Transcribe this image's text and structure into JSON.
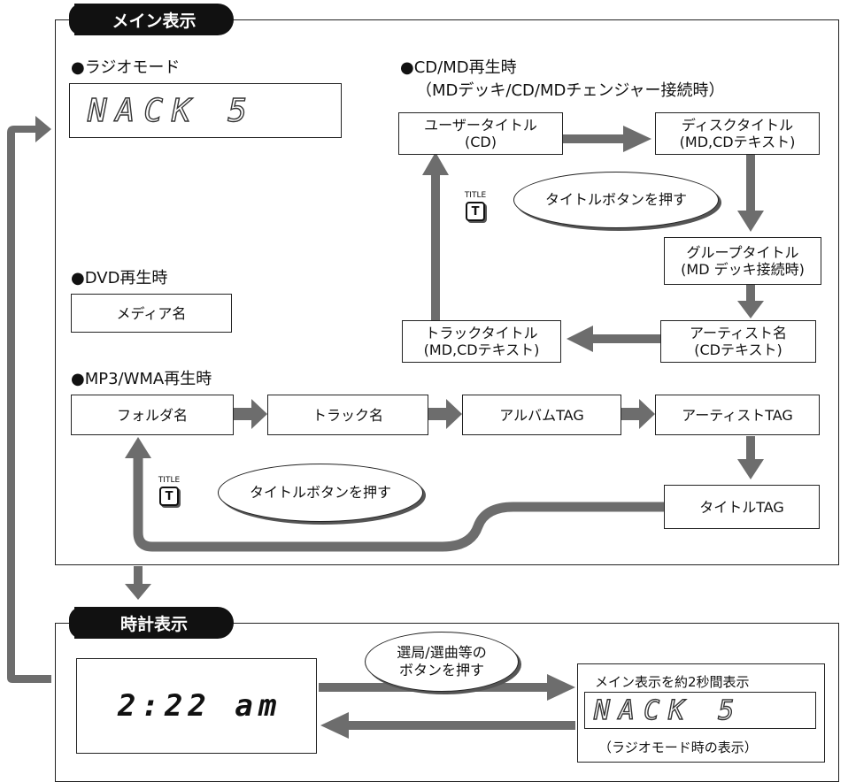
{
  "main": {
    "tab_label": "メイン表示",
    "radio": {
      "heading": "●ラジオモード",
      "display": "NACK 5"
    },
    "dvd": {
      "heading": "●DVD再生時",
      "box": "メディア名"
    },
    "cd_md": {
      "heading": "●CD/MD再生時",
      "subheading": "（MDデッキ/CD/MDチェンジャー接続時）",
      "user_title": {
        "line1": "ユーザータイトル",
        "line2": "(CD)"
      },
      "disc_title": {
        "line1": "ディスクタイトル",
        "line2": "(MD,CDテキスト)"
      },
      "group_title": {
        "line1": "グループタイトル",
        "line2": "(MD デッキ接続時)"
      },
      "artist_name": {
        "line1": "アーティスト名",
        "line2": "(CDテキスト)"
      },
      "track_title": {
        "line1": "トラックタイトル",
        "line2": "(MD,CDテキスト)"
      },
      "button_caption": "TITLE",
      "button_key": "T",
      "instruction": "タイトルボタンを押す"
    },
    "mp3": {
      "heading": "●MP3/WMA再生時",
      "folder": "フォルダ名",
      "track": "トラック名",
      "album": "アルバムTAG",
      "artist": "アーティストTAG",
      "title_tag": "タイトルTAG",
      "button_caption": "TITLE",
      "button_key": "T",
      "instruction": "タイトルボタンを押す"
    }
  },
  "clock": {
    "tab_label": "時計表示",
    "display": "2:22 am",
    "instruction_line1": "選局/選曲等の",
    "instruction_line2": "ボタンを押す",
    "result_caption": "メイン表示を約2秒間表示",
    "result_display": "NACK 5",
    "result_note": "（ラジオモード時の表示）"
  },
  "colors": {
    "arrow": "#6d6d6d",
    "frame": "#222222",
    "tab_bg": "#111111"
  }
}
